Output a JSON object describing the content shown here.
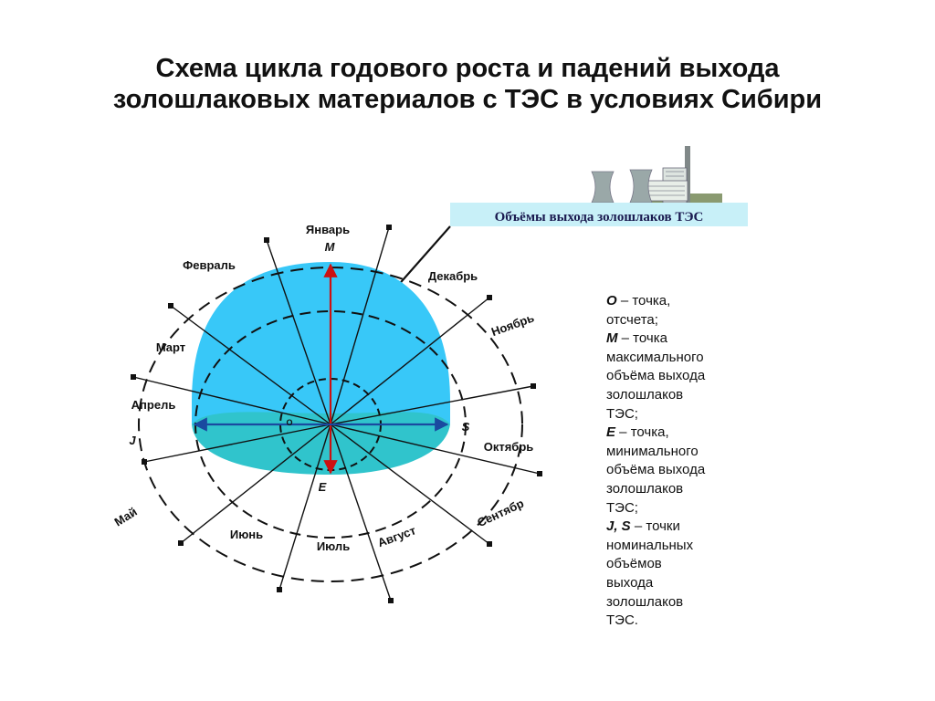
{
  "title": {
    "line1": "Схема цикла годового роста и падений выхода",
    "line2": "золошлаковых материалов с ТЭС в условиях Сибири"
  },
  "banner": {
    "text": "Объёмы выхода  золошлаков ТЭС"
  },
  "months": [
    "Январь",
    "Февраль",
    "Март",
    "Апрель",
    "Май",
    "Июнь",
    "Июль",
    "Август",
    "Сентябр",
    "Октябрь",
    "Ноябрь",
    "Декабрь"
  ],
  "points": {
    "M": "M",
    "E": "E",
    "J": "J",
    "S": "S",
    "O": "O"
  },
  "legend": [
    {
      "sym": "O",
      "line1": " – точка,",
      "rest": [
        "отсчета;"
      ]
    },
    {
      "sym": "M",
      "line1": " – точка",
      "rest": [
        "максимального",
        "объёма выхода",
        "золошлаков",
        "ТЭС;"
      ]
    },
    {
      "sym": "E",
      "line1": " – точка,",
      "rest": [
        "минимального",
        "объёма выхода",
        "золошлаков",
        "ТЭС;"
      ]
    },
    {
      "sym": "J, S",
      "line1": " – точки",
      "rest": [
        "номинальных",
        "объёмов",
        "выхода",
        "золошлаков",
        "ТЭС."
      ]
    }
  ],
  "colors": {
    "dome": "#38c8f8",
    "lower": "#30c4cc",
    "arrow_red": "#cc1111",
    "arrow_blue": "#1a4aa0",
    "banner": "#c8f0f8"
  }
}
